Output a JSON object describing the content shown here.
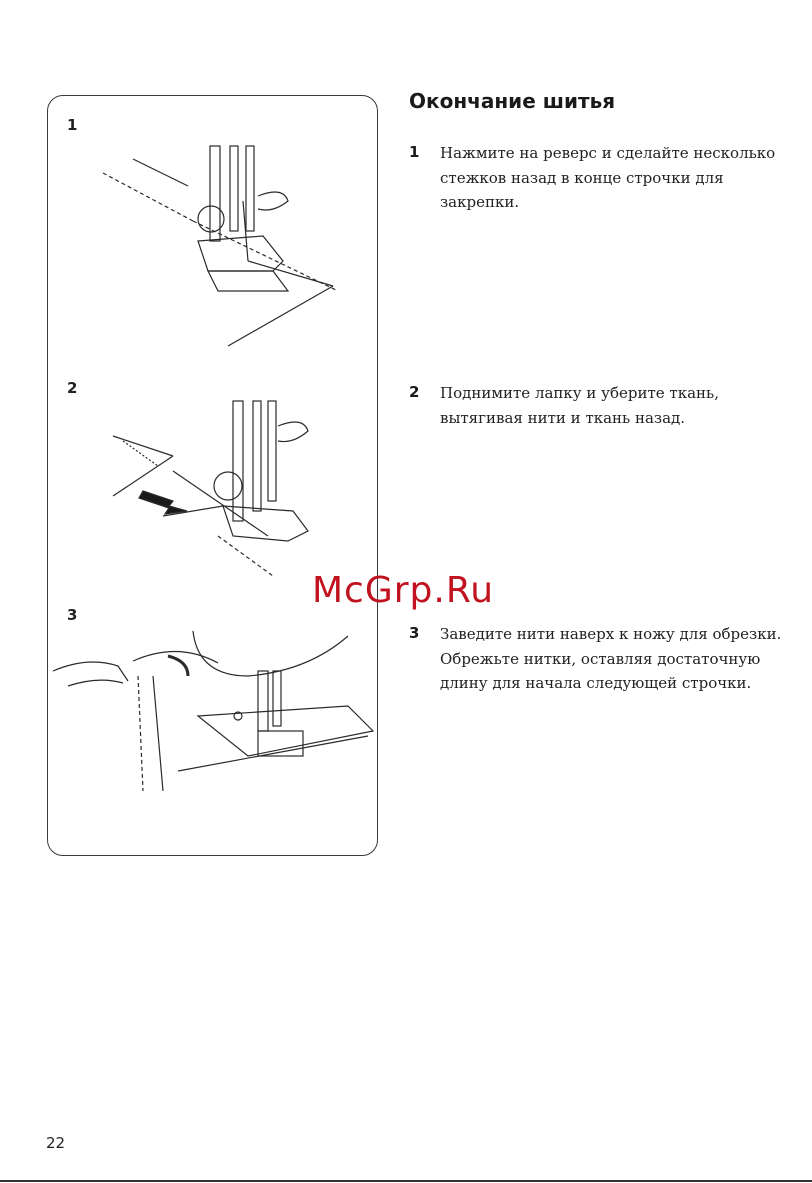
{
  "page": {
    "number": "22"
  },
  "section": {
    "title": "Окончание шитья"
  },
  "figures": [
    {
      "number": "1"
    },
    {
      "number": "2"
    },
    {
      "number": "3"
    }
  ],
  "steps": [
    {
      "number": "1",
      "text": "Нажмите на реверс и сделайте несколько стежков назад в конце строчки для закрепки."
    },
    {
      "number": "2",
      "text": "Поднимите лапку и уберите ткань, вытягивая нити и ткань назад."
    },
    {
      "number": "3",
      "text": "Заведите нити наверх к ножу для обрезки. Обрежьте нитки, оставляя достаточную длину для начала следующей строчки."
    }
  ],
  "watermark": {
    "text": "McGrp.Ru",
    "color": "#c1121f"
  }
}
